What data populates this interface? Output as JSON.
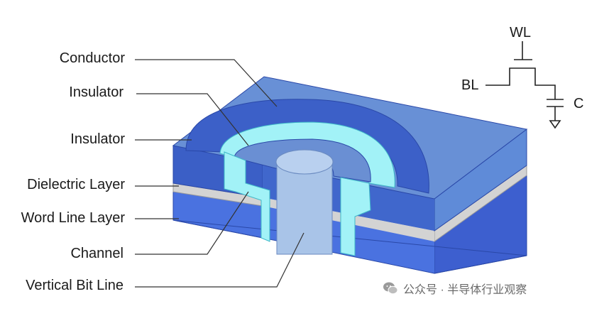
{
  "labels": {
    "conductor": "Conductor",
    "insulator_1": "Insulator",
    "insulator_2": "Insulator",
    "dielectric_layer": "Dielectric Layer",
    "word_line_layer": "Word Line Layer",
    "channel": "Channel",
    "vertical_bit_line": "Vertical Bit Line"
  },
  "circuit": {
    "wl": "WL",
    "bl": "BL",
    "c": "C"
  },
  "watermark": {
    "text": "公众号 · 半导体行业观察",
    "icon": "wechat-icon"
  },
  "colors": {
    "conductor": "#6690d3",
    "insulator_dark": "#3d61c4",
    "liner": "#9ff2f6",
    "dielectric": "#d4d4d4",
    "word_line": "#3e67d8",
    "bit_line": "#a9c4e8"
  }
}
